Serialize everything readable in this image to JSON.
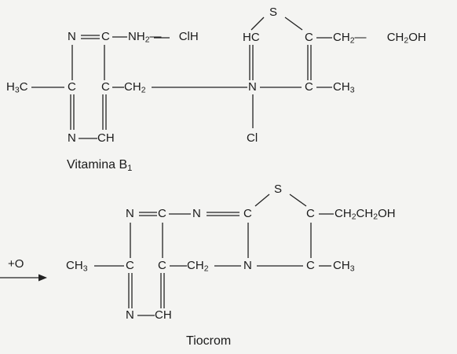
{
  "vitamin": {
    "atoms": {
      "n_top": "N",
      "c_top": "C",
      "nh2_clh": "NH2— ClH",
      "h3c": "H3C",
      "c_left": "C",
      "c_right": "C",
      "ch2": "CH2",
      "n_bottom": "N",
      "ch_bottom": "CH",
      "s": "S",
      "hc": "HC",
      "c_s_right": "C",
      "ch2ch2oh": "CH2— CH2OH",
      "n_ring": "N",
      "c_ch3": "C",
      "ch3": "CH3",
      "cl": "Cl"
    },
    "caption": "Vitamina B1"
  },
  "arrow": {
    "label": "+O"
  },
  "thiochrome": {
    "atoms": {
      "n_top": "N",
      "c_top": "C",
      "n_mid": "N",
      "c_s": "C",
      "s": "S",
      "c_right": "C",
      "ch2ch2oh": "CH2CH2OH",
      "ch3_left": "CH3",
      "c_left": "C",
      "c_mid": "C",
      "ch2": "CH2",
      "n_ring": "N",
      "c_ch3": "C",
      "ch3_right": "CH3",
      "n_bottom": "N",
      "ch_bottom": "CH"
    },
    "caption": "Tiocrom"
  }
}
